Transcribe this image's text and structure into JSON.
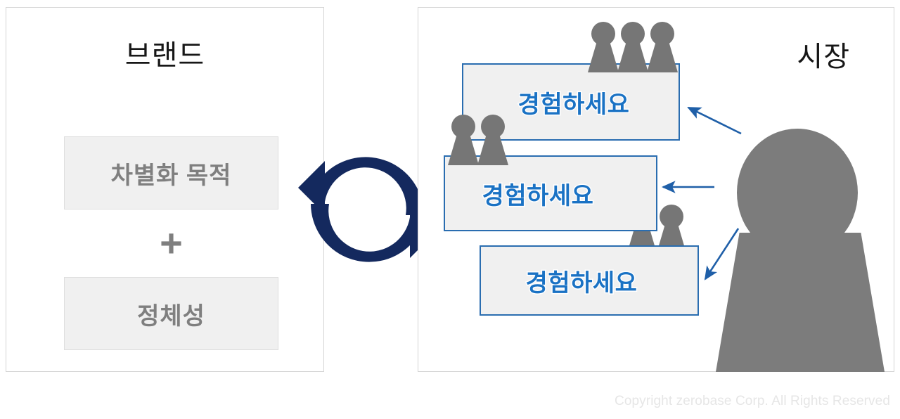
{
  "brand_panel": {
    "title": "브랜드",
    "boxes": [
      {
        "label": "차별화 목적"
      },
      {
        "label": "정체성"
      }
    ],
    "operator": "+"
  },
  "market_panel": {
    "title": "시장",
    "messages": [
      {
        "label": "경험하세요"
      },
      {
        "label": "경험하세요"
      },
      {
        "label": "경험하세요"
      }
    ],
    "people_groups": [
      {
        "name": "people-group-top",
        "count": 3
      },
      {
        "name": "people-group-middle",
        "count": 2
      },
      {
        "name": "people-group-lower",
        "count": 2
      }
    ],
    "big_person": {
      "name": "consumer-figure"
    },
    "pointer_arrows": [
      {
        "name": "arrow-to-message-1",
        "direction": "up-left"
      },
      {
        "name": "arrow-to-message-2",
        "direction": "left"
      },
      {
        "name": "arrow-to-message-3",
        "direction": "down-left"
      }
    ]
  },
  "cycle": {
    "name": "circular-cycle-arrows",
    "description": "two-arrow circular loop"
  },
  "footer": {
    "copyright": "Copyright zerobase Corp. All Rights Reserved"
  },
  "colors": {
    "panel_border": "#d5d5d5",
    "box_fill": "#f0f0f0",
    "brand_text": "#7f7f7f",
    "message_text": "#1a72c4",
    "message_border": "#2a6db0",
    "cycle_arrow": "#14295e",
    "person_gray": "#7c7c7c",
    "pointer_arrow": "#1f5fa8",
    "copyright_text": "#e6e6e6"
  }
}
